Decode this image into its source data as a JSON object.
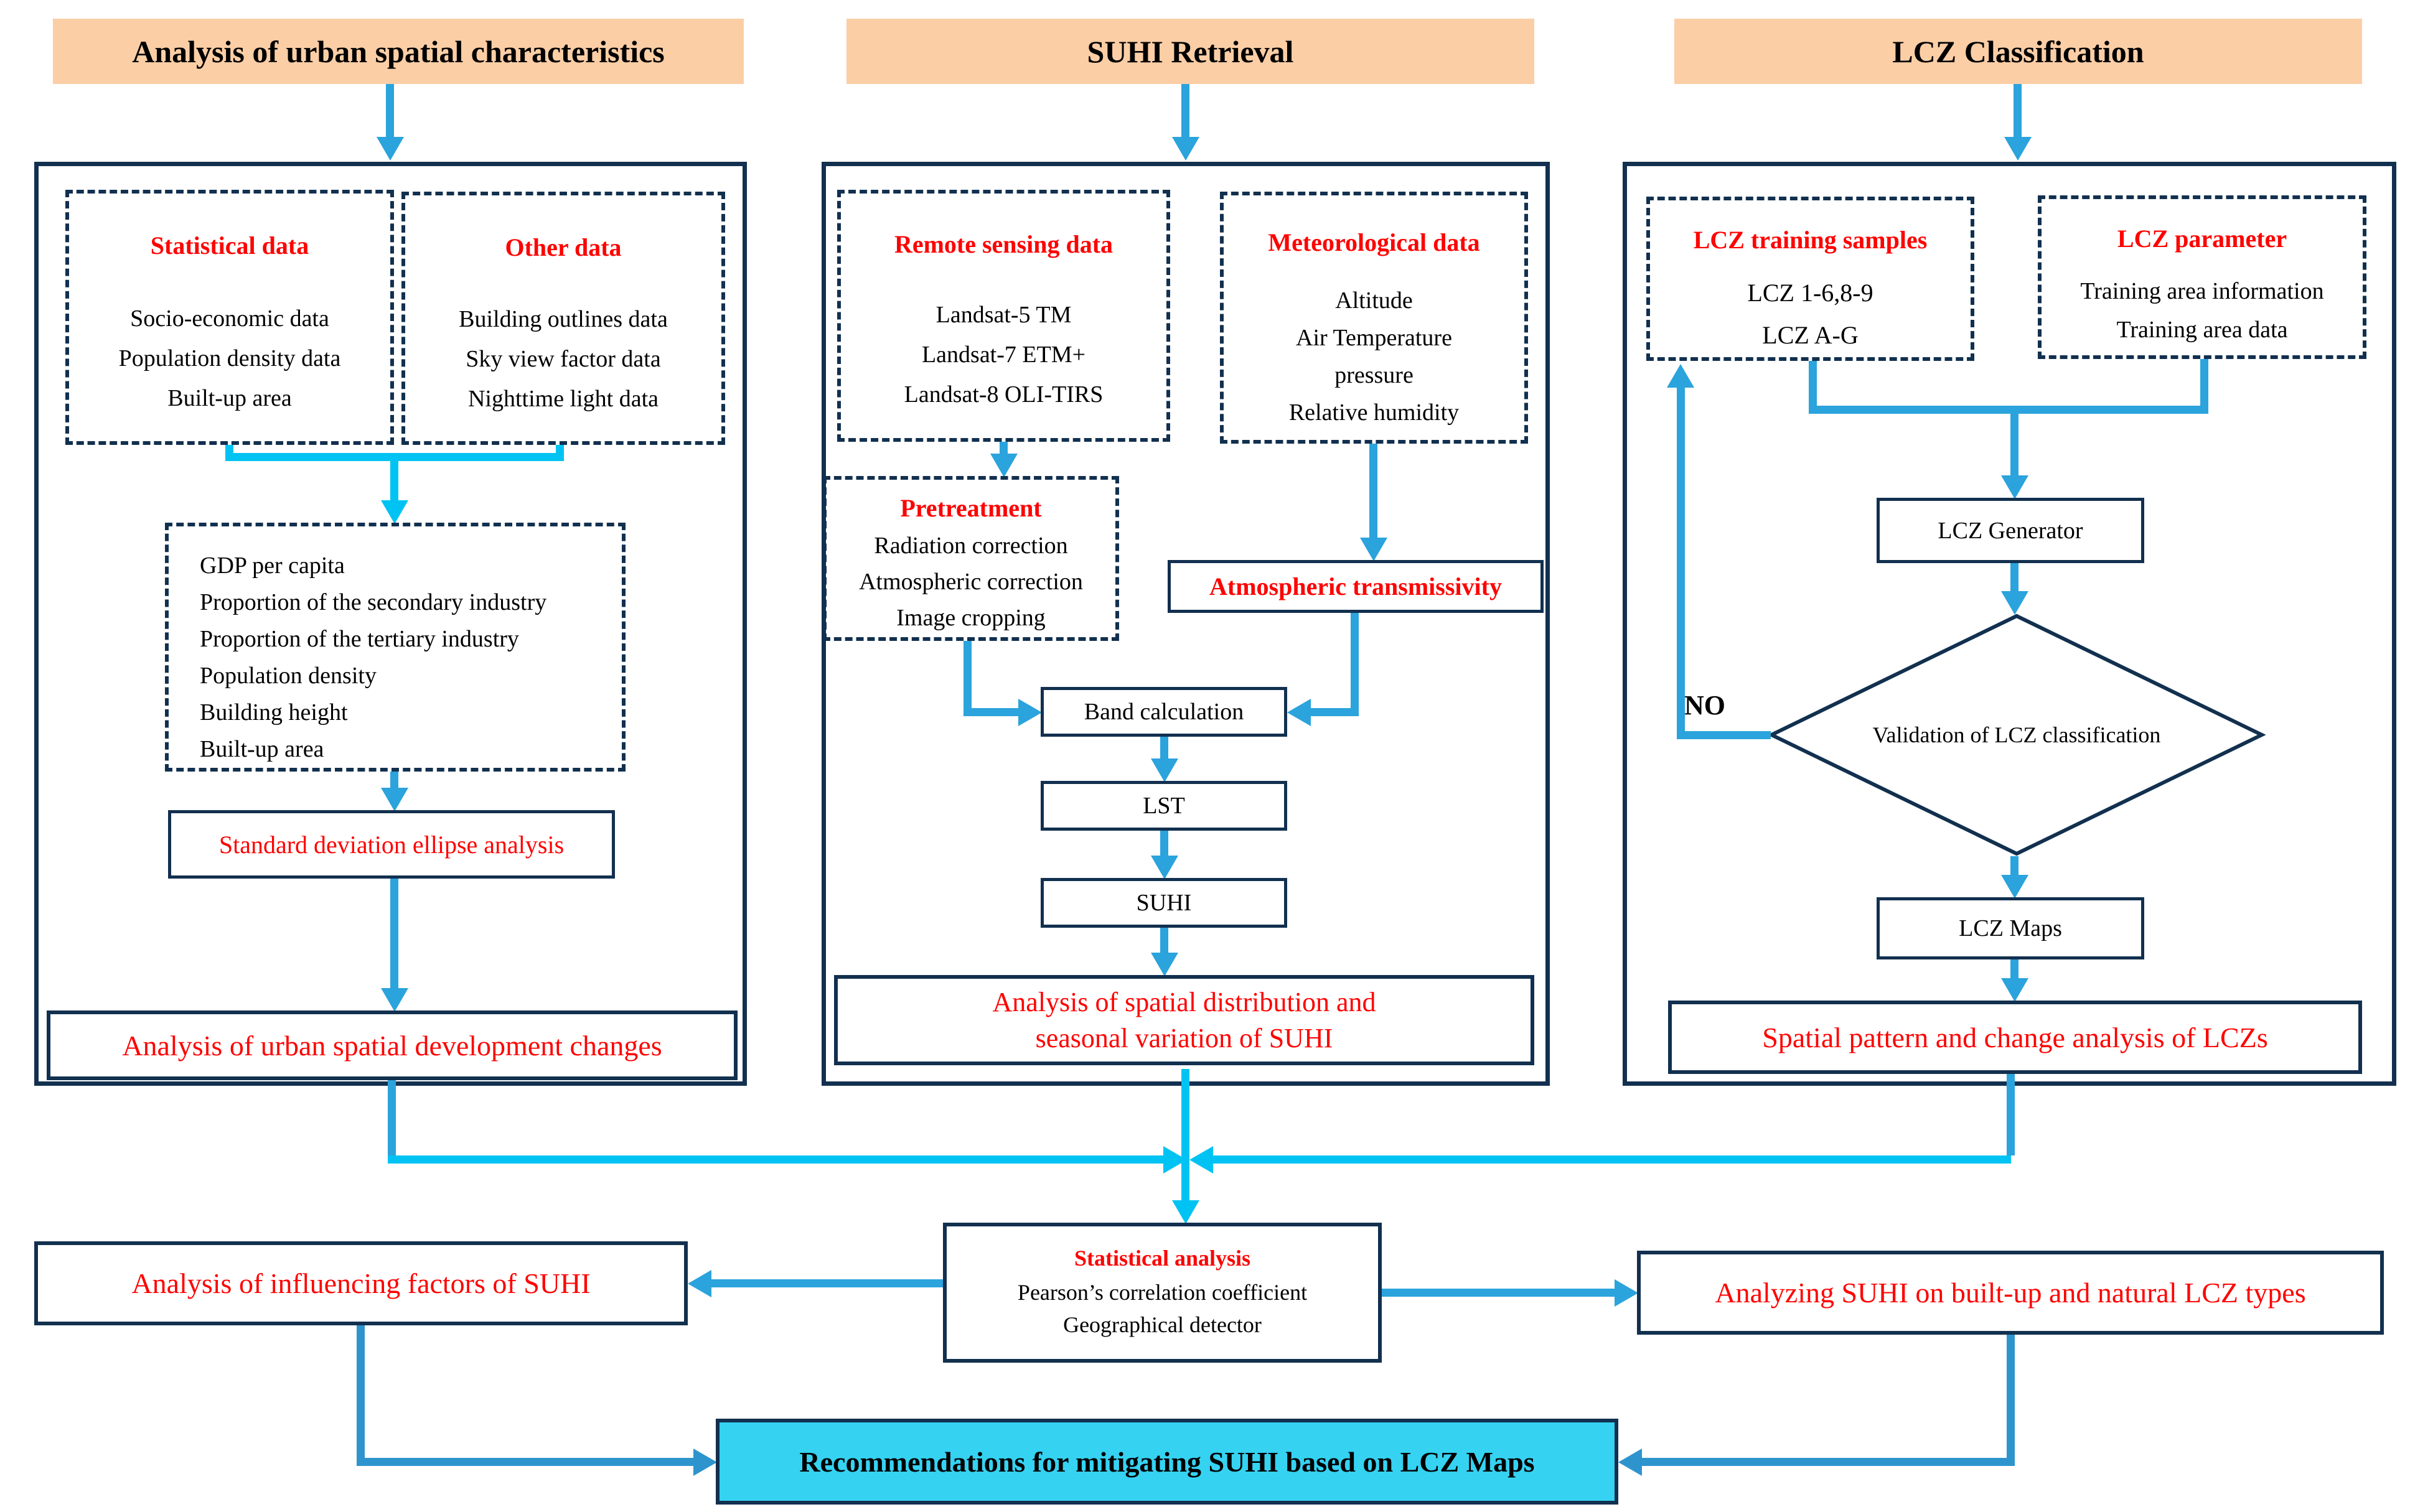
{
  "colors": {
    "peach": "#FBCEA6",
    "navy": "#12304F",
    "red": "#FF0000",
    "arrow": "#2BA3DC",
    "bright": "#00C3F4",
    "steel": "#2E94CE",
    "cyanfill": "#35D2F2"
  },
  "headers": {
    "col1": "Analysis of urban spatial characteristics",
    "col2": "SUHI Retrieval",
    "col3": "LCZ Classification"
  },
  "col1": {
    "statistical": {
      "title": "Statistical data",
      "lines": [
        "Socio-economic data",
        "Population density data",
        "Built-up area"
      ]
    },
    "other": {
      "title": "Other data",
      "lines": [
        "Building outlines data",
        "Sky view factor data",
        "Nighttime light data"
      ]
    },
    "indicators": {
      "lines": [
        "GDP per capita",
        "Proportion of the secondary industry",
        "Proportion of the tertiary industry",
        "Population density",
        "Building height",
        "Built-up area"
      ]
    },
    "sde": "Standard deviation ellipse analysis",
    "result": "Analysis of urban spatial development changes"
  },
  "col2": {
    "remote": {
      "title": "Remote sensing data",
      "lines": [
        "Landsat-5 TM",
        "Landsat-7 ETM+",
        "Landsat-8 OLI-TIRS"
      ]
    },
    "meteo": {
      "title": "Meteorological data",
      "lines": [
        "Altitude",
        "Air Temperature",
        "pressure",
        "Relative humidity"
      ]
    },
    "pretreatment": {
      "title": "Pretreatment",
      "lines": [
        "Radiation correction",
        "Atmospheric correction",
        "Image cropping"
      ]
    },
    "atmospheric": "Atmospheric transmissivity",
    "band": "Band calculation",
    "lst": "LST",
    "suhi": "SUHI",
    "result_lines": [
      "Analysis of spatial distribution and",
      "seasonal variation of SUHI"
    ]
  },
  "col3": {
    "training": {
      "title": "LCZ training samples",
      "lines": [
        "LCZ 1-6,8-9",
        "LCZ A-G"
      ]
    },
    "parameter": {
      "title": "LCZ parameter",
      "lines": [
        "Training area information",
        "Training area data"
      ]
    },
    "generator": "LCZ Generator",
    "validation": "Validation of LCZ classification",
    "no_label": "NO",
    "maps": "LCZ Maps",
    "result": "Spatial pattern and change analysis of LCZs"
  },
  "bottom": {
    "influencing": "Analysis of influencing factors of SUHI",
    "statistical": {
      "title": "Statistical analysis",
      "lines": [
        "Pearson’s correlation coefficient",
        "Geographical detector"
      ]
    },
    "analyzing": "Analyzing SUHI on built-up and natural LCZ types",
    "recommendation": "Recommendations for mitigating SUHI based on LCZ Maps"
  }
}
